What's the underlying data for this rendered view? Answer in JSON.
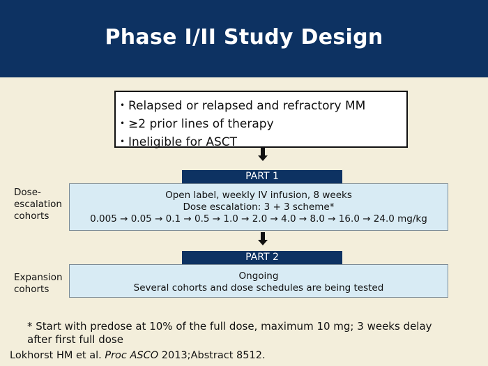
{
  "title": "Phase I/II Study Design",
  "criteria": {
    "bullet": "•",
    "items": [
      "Relapsed or relapsed and refractory MM",
      "≥2 prior lines of therapy",
      "Ineligible for ASCT"
    ]
  },
  "part1": {
    "label": "PART 1",
    "side_label": [
      "Dose-",
      "escalation",
      "cohorts"
    ],
    "lines": [
      "Open label, weekly IV infusion, 8 weeks",
      "Dose escalation: 3 + 3 scheme*",
      "0.005 → 0.05 → 0.1 → 0.5 → 1.0 → 2.0 → 4.0 → 8.0 → 16.0 → 24.0 mg/kg"
    ]
  },
  "part2": {
    "label": "PART 2",
    "side_label": [
      "Expansion",
      "cohorts"
    ],
    "lines": [
      "Ongoing",
      "Several cohorts and dose schedules are being tested"
    ]
  },
  "footnote": "* Start with predose at 10% of the full dose, maximum 10 mg; 3 weeks delay after first full dose",
  "citation": {
    "authors": "Lokhorst HM et al.",
    "journal": "Proc ASCO",
    "rest": "2013;Abstract 8512."
  },
  "colors": {
    "header": "#0d3262",
    "background": "#f3eedb",
    "box_fill": "#d8ebf4"
  }
}
